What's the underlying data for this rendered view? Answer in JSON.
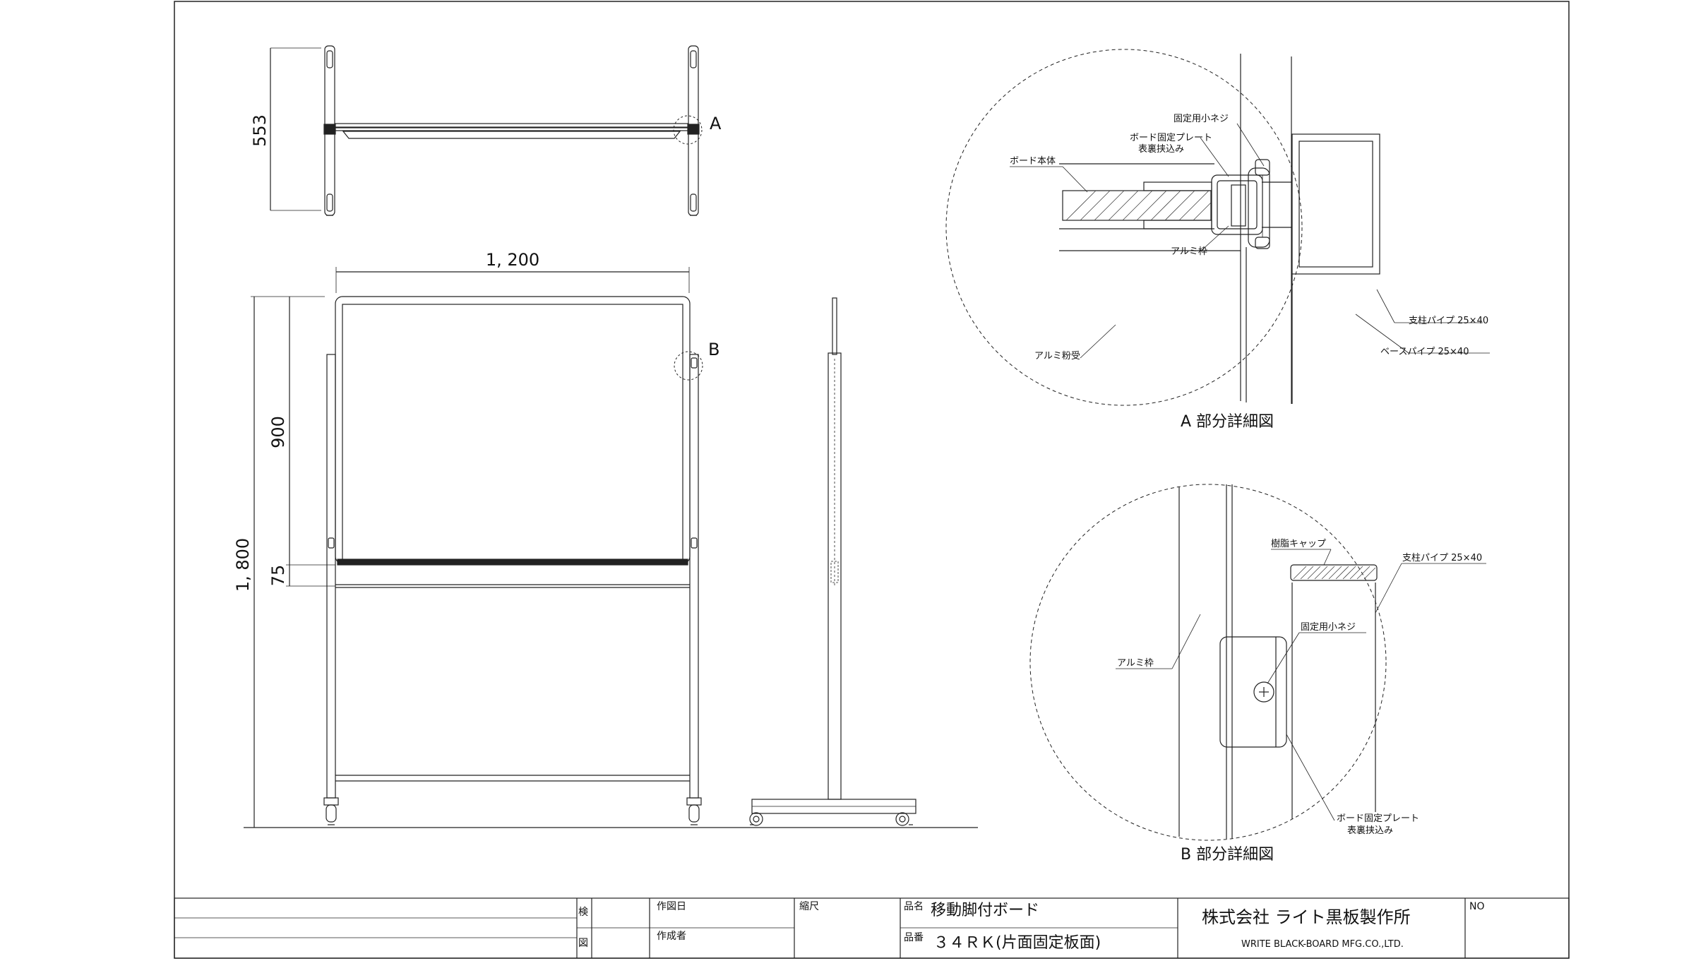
{
  "dimensions": {
    "top_depth": "553",
    "width": "1, 200",
    "height_total": "1, 800",
    "board_height": "900",
    "tray_offset": "75"
  },
  "callouts": {
    "a_marker": "A",
    "b_marker": "B"
  },
  "detail_a": {
    "title": "A 部分詳細図",
    "labels": {
      "screw": "固定用小ネジ",
      "plate_line1": "ボード固定プレート",
      "plate_line2": "表裏挟込み",
      "board_body": "ボード本体",
      "alu_frame": "アルミ枠",
      "alu_tray": "アルミ粉受",
      "pillar": "支柱パイプ 25×40",
      "base_pipe": "ベースパイプ 25×40"
    }
  },
  "detail_b": {
    "title": "B 部分詳細図",
    "labels": {
      "cap": "樹脂キャップ",
      "pillar": "支柱パイプ 25×40",
      "screw": "固定用小ネジ",
      "alu_frame": "アルミ枠",
      "plate_line1": "ボード固定プレート",
      "plate_line2": "表裏挟込み"
    }
  },
  "title_block": {
    "check_label_1": "検",
    "check_label_2": "図",
    "date_label": "作図日",
    "author_label": "作成者",
    "scale_label": "縮尺",
    "product_name_label": "品名",
    "product_name": "移動脚付ボード",
    "product_no_label": "品番",
    "product_no": "３４ＲＫ(片面固定板面)",
    "company_jp": "株式会社 ライト黒板製作所",
    "company_en": "WRITE BLACK-BOARD MFG.CO.,LTD.",
    "no_label": "NO"
  }
}
